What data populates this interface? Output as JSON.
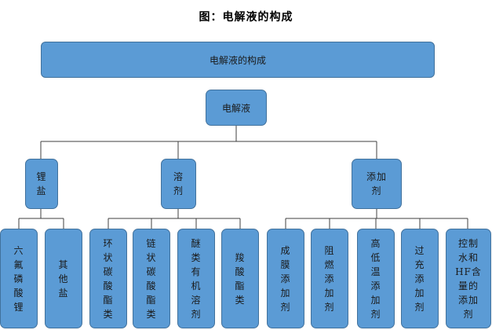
{
  "figure_title": "图：电解液的构成",
  "banner": "电解液的构成",
  "root": "电解液",
  "categories": [
    {
      "label": "锂\n盐",
      "children": [
        "六\n氟\n磷\n酸\n锂",
        "其\n他\n盐"
      ]
    },
    {
      "label": "溶\n剂",
      "children": [
        "环\n状\n碳\n酸\n酯\n类",
        "链\n状\n碳\n酸\n酯\n类",
        "醚\n类\n有\n机\n溶\n剂",
        "羧\n酸\n酯\n类"
      ]
    },
    {
      "label": "添加\n剂",
      "children": [
        "成\n膜\n添\n加\n剂",
        "阻\n燃\n添\n加\n剂",
        "高\n低\n温\n添\n加\n剂",
        "过\n充\n添\n加\n剂",
        "控制\n水和\nHF含\n量的\n添加\n剂"
      ]
    }
  ],
  "colors": {
    "box_fill": "#5b9bd5",
    "box_border": "#41719c",
    "connector": "#3f3f3f"
  }
}
